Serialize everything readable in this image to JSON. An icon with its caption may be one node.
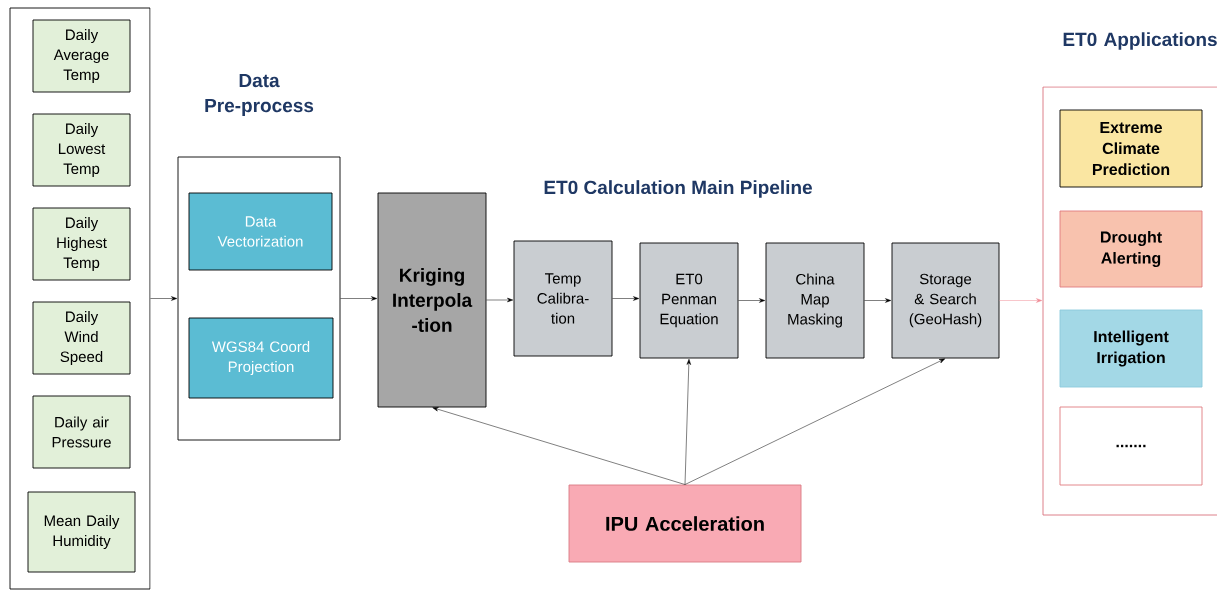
{
  "diagram": {
    "nodes": [
      {
        "text": [],
        "shape": "box"
      },
      {
        "text": [
          "Daily Average Temp"
        ],
        "in": 0
      },
      {
        "text": [
          "Daily Lowest Temp"
        ],
        "in": 0
      },
      {
        "text": [
          "Daily Highest Temp"
        ],
        "in": 0
      },
      {
        "text": [
          "Daily Wind Speed"
        ],
        "in": 0
      },
      {
        "text": [
          "Daily air Pressure"
        ],
        "in": 0
      },
      {
        "text": [
          "Mean Daily Humidity"
        ],
        "in": 0
      },
      {
        "text": [
          "Data Pre-process"
        ]
      },
      {
        "text": [
          "Data Vectorization"
        ],
        "in": 7
      },
      {
        "text": [
          "WGS84 Coord Projection"
        ],
        "in": 7
      },
      {
        "text": [
          "Kriging Interpola -tion"
        ]
      },
      {
        "text": [
          "Temp Calibra- tion"
        ]
      },
      {
        "text": [
          "ET0 Penman Equation"
        ]
      },
      {
        "text": [
          "China Map Masking"
        ]
      },
      {
        "text": [
          "Storage & Search (GeoHash)"
        ]
      },
      {
        "text": [
          "ET0 Applications"
        ]
      },
      {
        "text": [
          "Extreme Climate Prediction"
        ],
        "in": 15
      },
      {
        "text": [
          "Drought Alerting"
        ],
        "in": 15
      },
      {
        "text": [
          "Intelligent Irrigation"
        ],
        "in": 15
      },
      {
        "text": [
          "......."
        ],
        "in": 15
      },
      {
        "text": [
          "IPU Acceleration"
        ]
      }
    ],
    "edges": [
      {
        "from": 0,
        "to": 7,
        "arrow": "to"
      },
      {
        "from": 7,
        "to": 10,
        "arrow": "to"
      },
      {
        "from": 10,
        "to": 11,
        "arrow": "to"
      },
      {
        "from": 11,
        "to": 12,
        "arrow": "to"
      },
      {
        "from": 12,
        "to": 13,
        "arrow": "to"
      },
      {
        "from": 13,
        "to": 14,
        "arrow": "to"
      },
      {
        "from": 14,
        "to": 15,
        "arrow": "to",
        "color": "#f08c96"
      },
      {
        "from": 20,
        "to": 10,
        "arrow": "to"
      },
      {
        "from": 20,
        "to": 12,
        "arrow": "to"
      },
      {
        "from": 20,
        "to": 14,
        "arrow": "to"
      }
    ],
    "labels": [
      "ET0 Calculation Main Pipeline"
    ]
  }
}
